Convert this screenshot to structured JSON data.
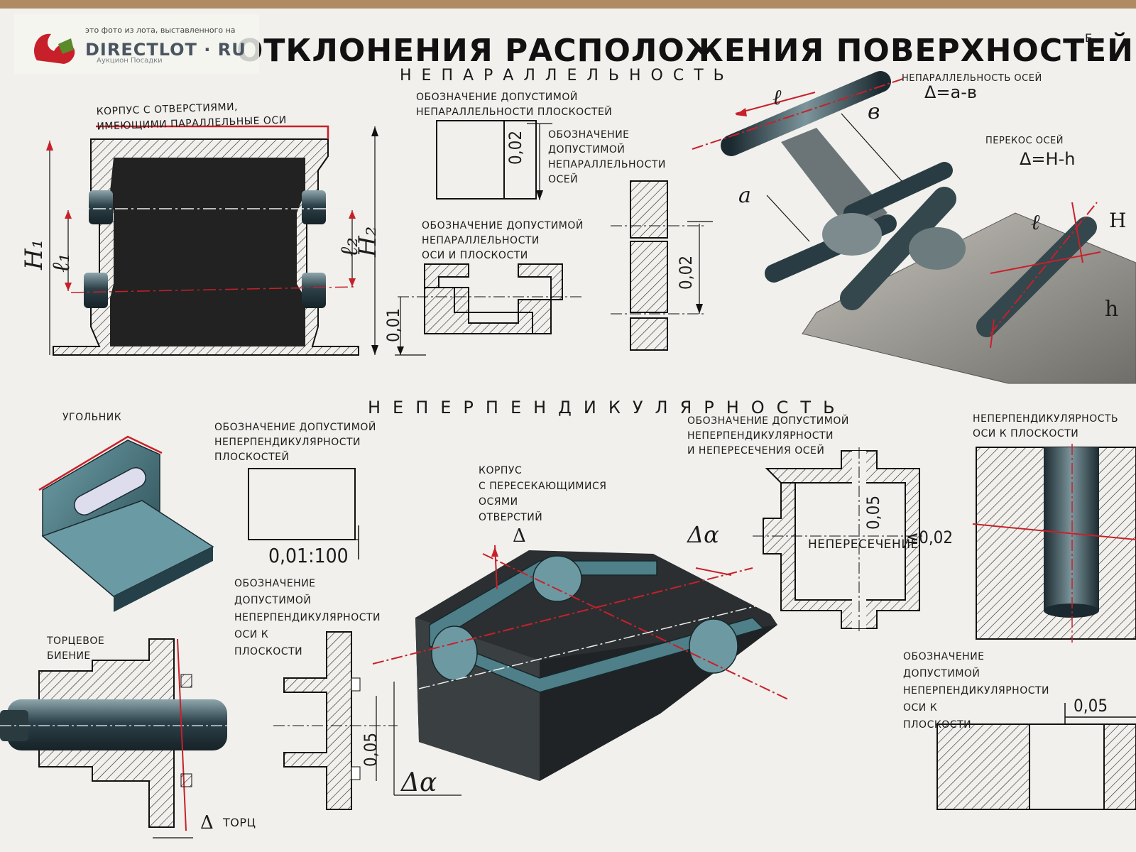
{
  "poster": {
    "title": "ОТКЛОНЕНИЯ РАСПОЛОЖЕНИЯ ПОВЕРХНОСТЕЙ",
    "sheet_letter": "Б",
    "sections": {
      "parallel": "НЕПАРАЛЛЕЛЬНОСТЬ",
      "perpendicular": "НЕПЕРПЕНДИКУЛЯРНОСТЬ"
    },
    "labels": {
      "housing_parallel": "КОРПУС С ОТВЕРСТИЯМИ,\nИМЕЮЩИМИ ПАРАЛЛЕЛЬНЫЕ ОСИ",
      "flat_parallel": "ОБОЗНАЧЕНИЕ ДОПУСТИМОЙ\nНЕПАРАЛЛЕЛЬНОСТИ ПЛОСКОСТЕЙ",
      "axes_parallel": "ОБОЗНАЧЕНИЕ\nДОПУСТИМОЙ\nНЕПАРАЛЛЕЛЬНОСТИ\nОСЕЙ",
      "axis_plane_parallel": "ОБОЗНАЧЕНИЕ ДОПУСТИМОЙ\nНЕПАРАЛЛЕЛЬНОСТИ\nОСИ И ПЛОСКОСТИ",
      "axes_nonparallel_title": "НЕПАРАЛЛЕЛЬНОСТЬ ОСЕЙ",
      "axes_skew_title": "ПЕРЕКОС ОСЕЙ",
      "angle_bracket": "УГОЛЬНИК",
      "flat_perp": "ОБОЗНАЧЕНИЕ ДОПУСТИМОЙ\nНЕПЕРПЕНДИКУЛЯРНОСТИ\nПЛОСКОСТЕЙ",
      "housing_crossing": "КОРПУС\nС ПЕРЕСЕКАЮЩИМИСЯ\nОСЯМИ\nОТВЕРСТИЙ",
      "axes_perp_cross": "ОБОЗНАЧЕНИЕ ДОПУСТИМОЙ\nНЕПЕРПЕНДИКУЛЯРНОСТИ\nИ НЕПЕРЕСЕЧЕНИЯ ОСЕЙ",
      "axis_plane_perp_title": "НЕПЕРПЕНДИКУЛЯРНОСТЬ\nОСИ К ПЛОСКОСТИ",
      "face_runout": "ТОРЦЕВОЕ\nБИЕНИЕ",
      "axis_plane_perp_mid": "ОБОЗНАЧЕНИЕ\nДОПУСТИМОЙ\nНЕПЕРПЕНДИКУЛЯРНОСТИ\nОСИ К\nПЛОСКОСТИ",
      "axis_plane_perp_right": "ОБОЗНАЧЕНИЕ\nДОПУСТИМОЙ\nНЕПЕРПЕНДИКУЛЯРНОСТИ\nОСИ К\nПЛОСКОСТИ",
      "non_crossing": "НЕПЕРЕСЕЧЕНИЕ",
      "face_delta": "ТОРЦ"
    },
    "formulas": {
      "parallel_axes": "Δ=a-в",
      "skew_axes": "Δ=H-h"
    },
    "dims": {
      "d002_a": "0,02",
      "d002_b": "0,02",
      "d001": "0,01",
      "d001_100": "0,01:100",
      "d005_a": "0,05",
      "d005_b": "0,05",
      "d005_c": "0,05",
      "le002": "≤0,02"
    },
    "letters": {
      "H1": "H₁",
      "l1": "ℓ₁",
      "l2": "ℓ₂",
      "H2": "H₂",
      "l_top": "ℓ",
      "b_top": "в",
      "a_left": "a",
      "l_right": "ℓ",
      "H_right": "H",
      "h_right": "h",
      "delta_small": "Δ",
      "delta_alpha_top": "Δα",
      "delta_alpha_bottom": "Δα",
      "delta_face": "Δ"
    }
  },
  "watermark": {
    "note": "это фото из лота, выставленного на",
    "brand": "DIRECTLOT · RU",
    "logo_text": "Аукцион Посадки"
  },
  "colors": {
    "paper": "#f1f0ec",
    "ink": "#1c1c1c",
    "red_accent": "#c8202a",
    "steel": "#3c5560",
    "wall": "#b08a63"
  }
}
